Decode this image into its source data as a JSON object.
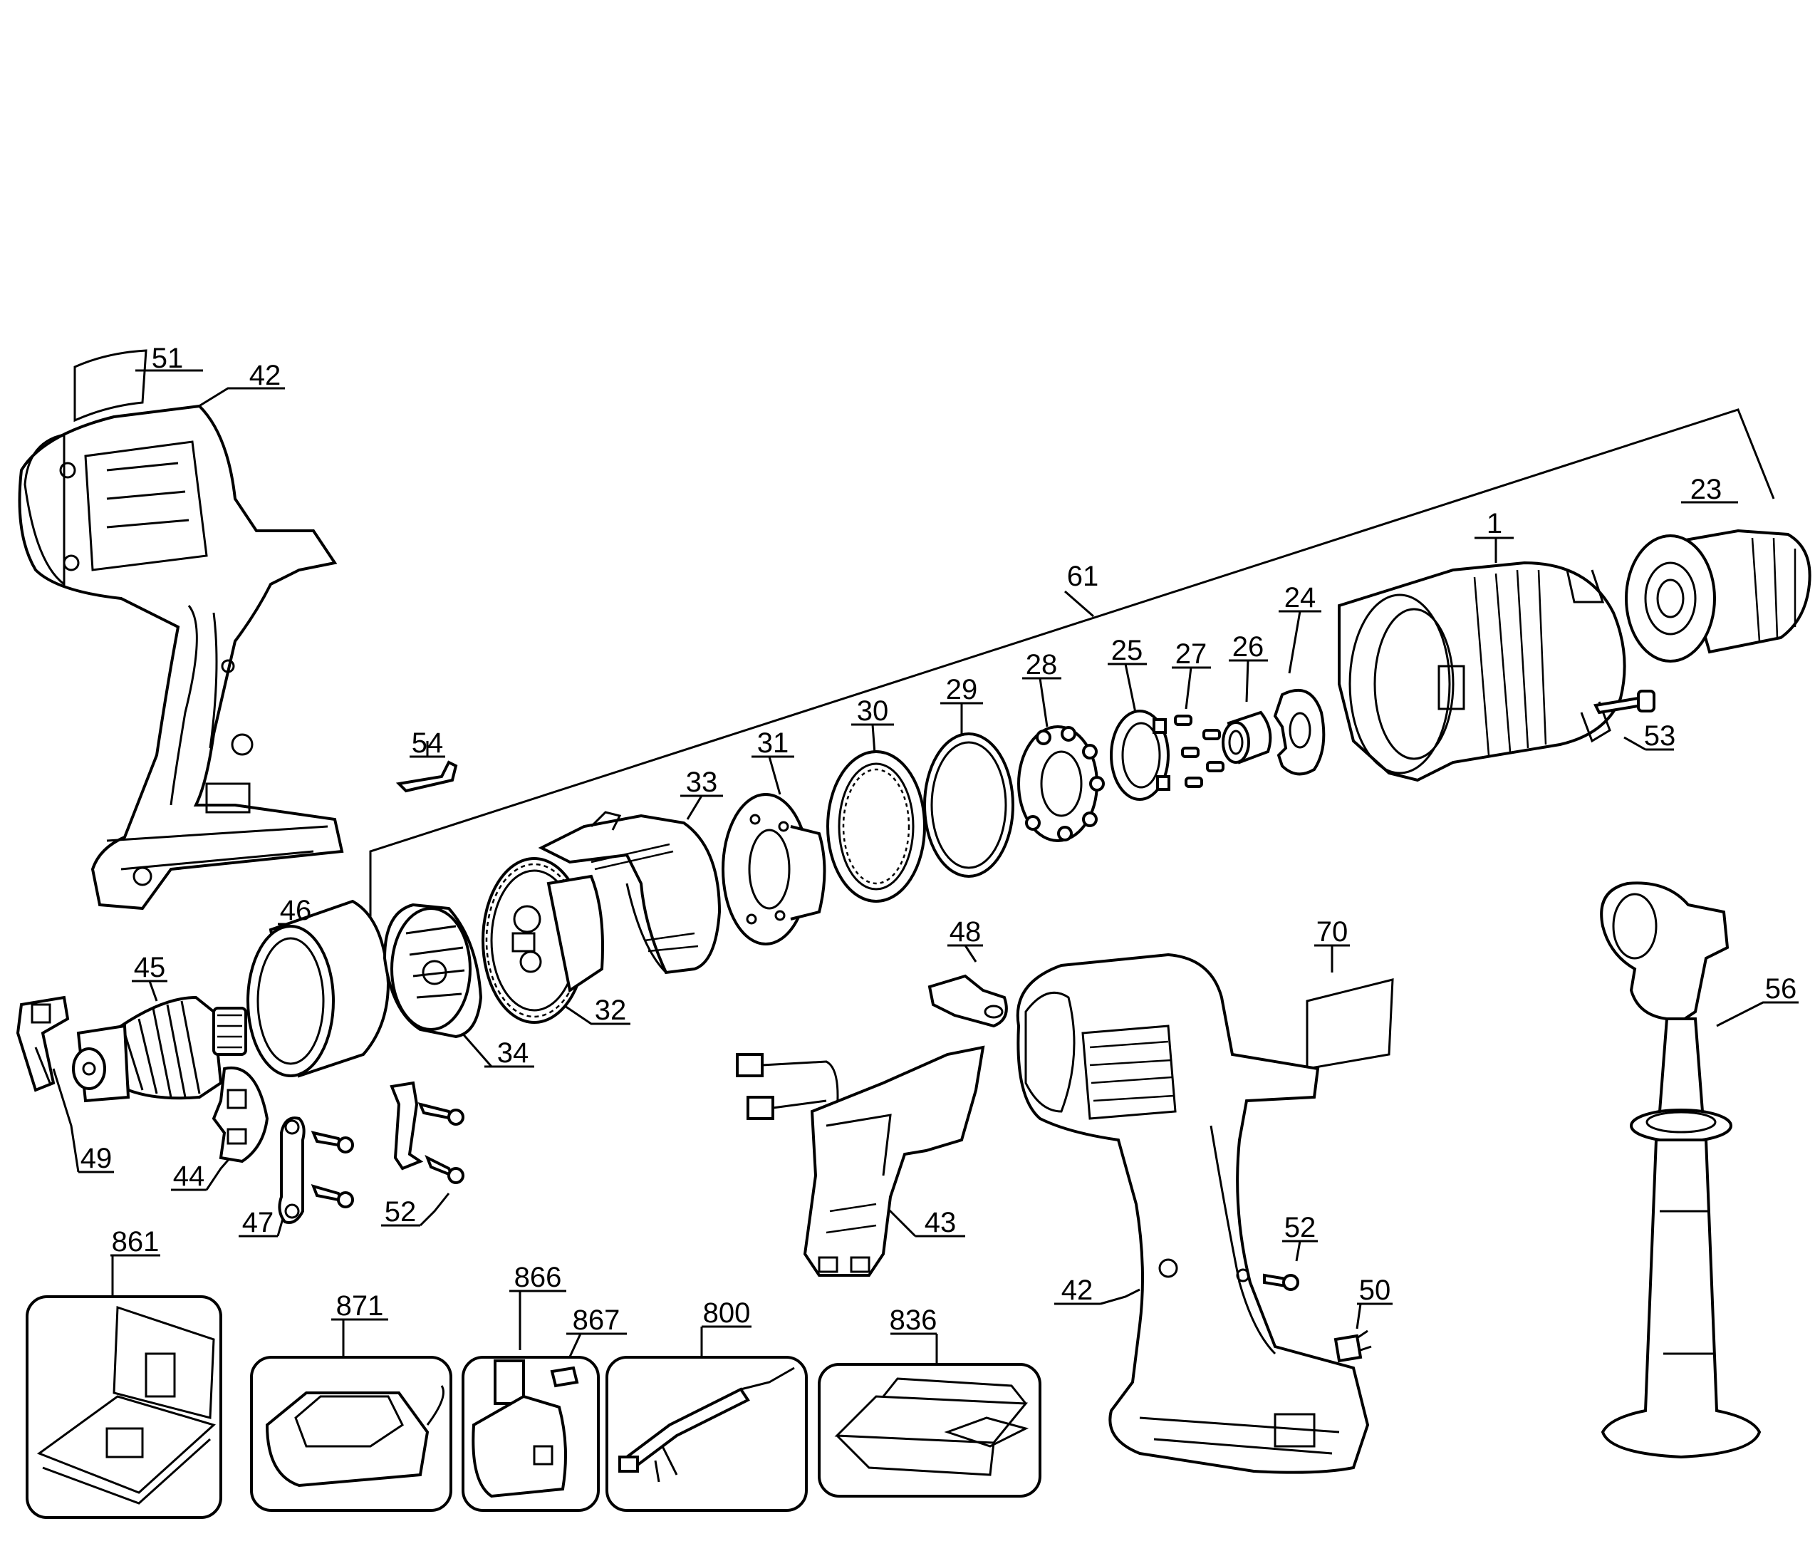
{
  "diagram": {
    "callouts": [
      "51",
      "42",
      "23",
      "1",
      "61",
      "24",
      "25",
      "26",
      "27",
      "28",
      "29",
      "30",
      "31",
      "33",
      "54",
      "53",
      "46",
      "45",
      "32",
      "34",
      "48",
      "70",
      "56",
      "49",
      "44",
      "47",
      "52",
      "43",
      "861",
      "871",
      "866",
      "867",
      "800",
      "836",
      "52",
      "50",
      "42"
    ]
  }
}
